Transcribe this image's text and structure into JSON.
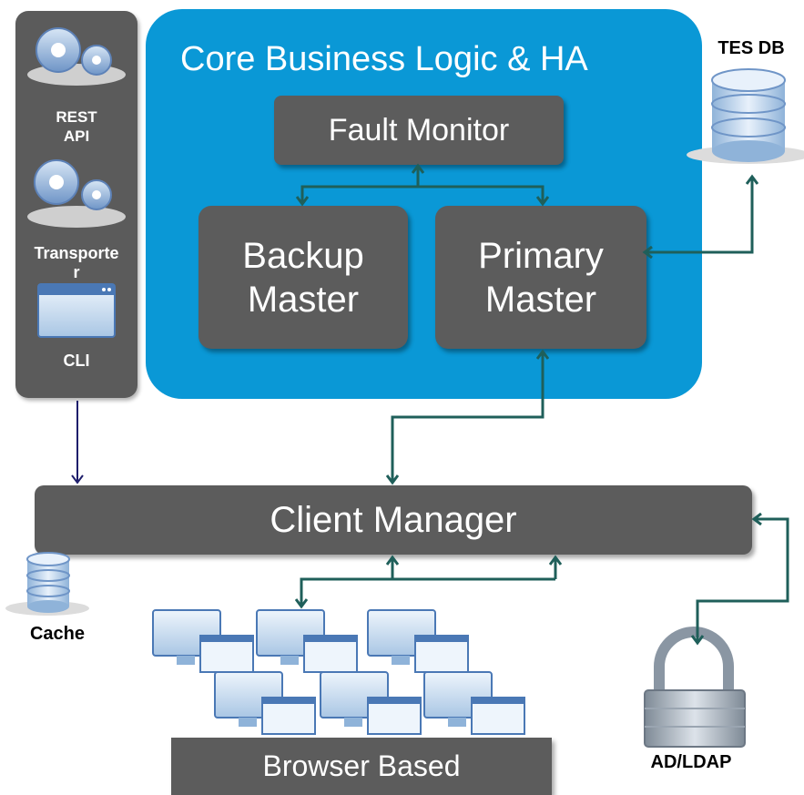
{
  "left_panel": {
    "rest_api_label": "REST\nAPI",
    "transporter_label": "Transporte\nr",
    "cli_label": "CLI"
  },
  "core": {
    "title": "Core Business Logic & HA",
    "fault_monitor": "Fault Monitor",
    "backup_master": "Backup\nMaster",
    "primary_master": "Primary\nMaster"
  },
  "tes_db_label": "TES DB",
  "client_manager": "Client Manager",
  "cache_label": "Cache",
  "browser_based": "Browser Based",
  "ad_ldap_label": "AD/LDAP",
  "colors": {
    "core_blue": "#0a98d6",
    "box_gray": "#5c5c5c",
    "arrow_teal": "#1f5f5a",
    "arrow_navy": "#1d1d6b"
  },
  "icons": {
    "rest_api": "gears-icon",
    "transporter": "gears-icon",
    "cli": "window-icon",
    "tes_db": "database-icon",
    "cache": "database-icon",
    "ad_ldap": "padlock-icon",
    "clients": "monitor-icon"
  }
}
